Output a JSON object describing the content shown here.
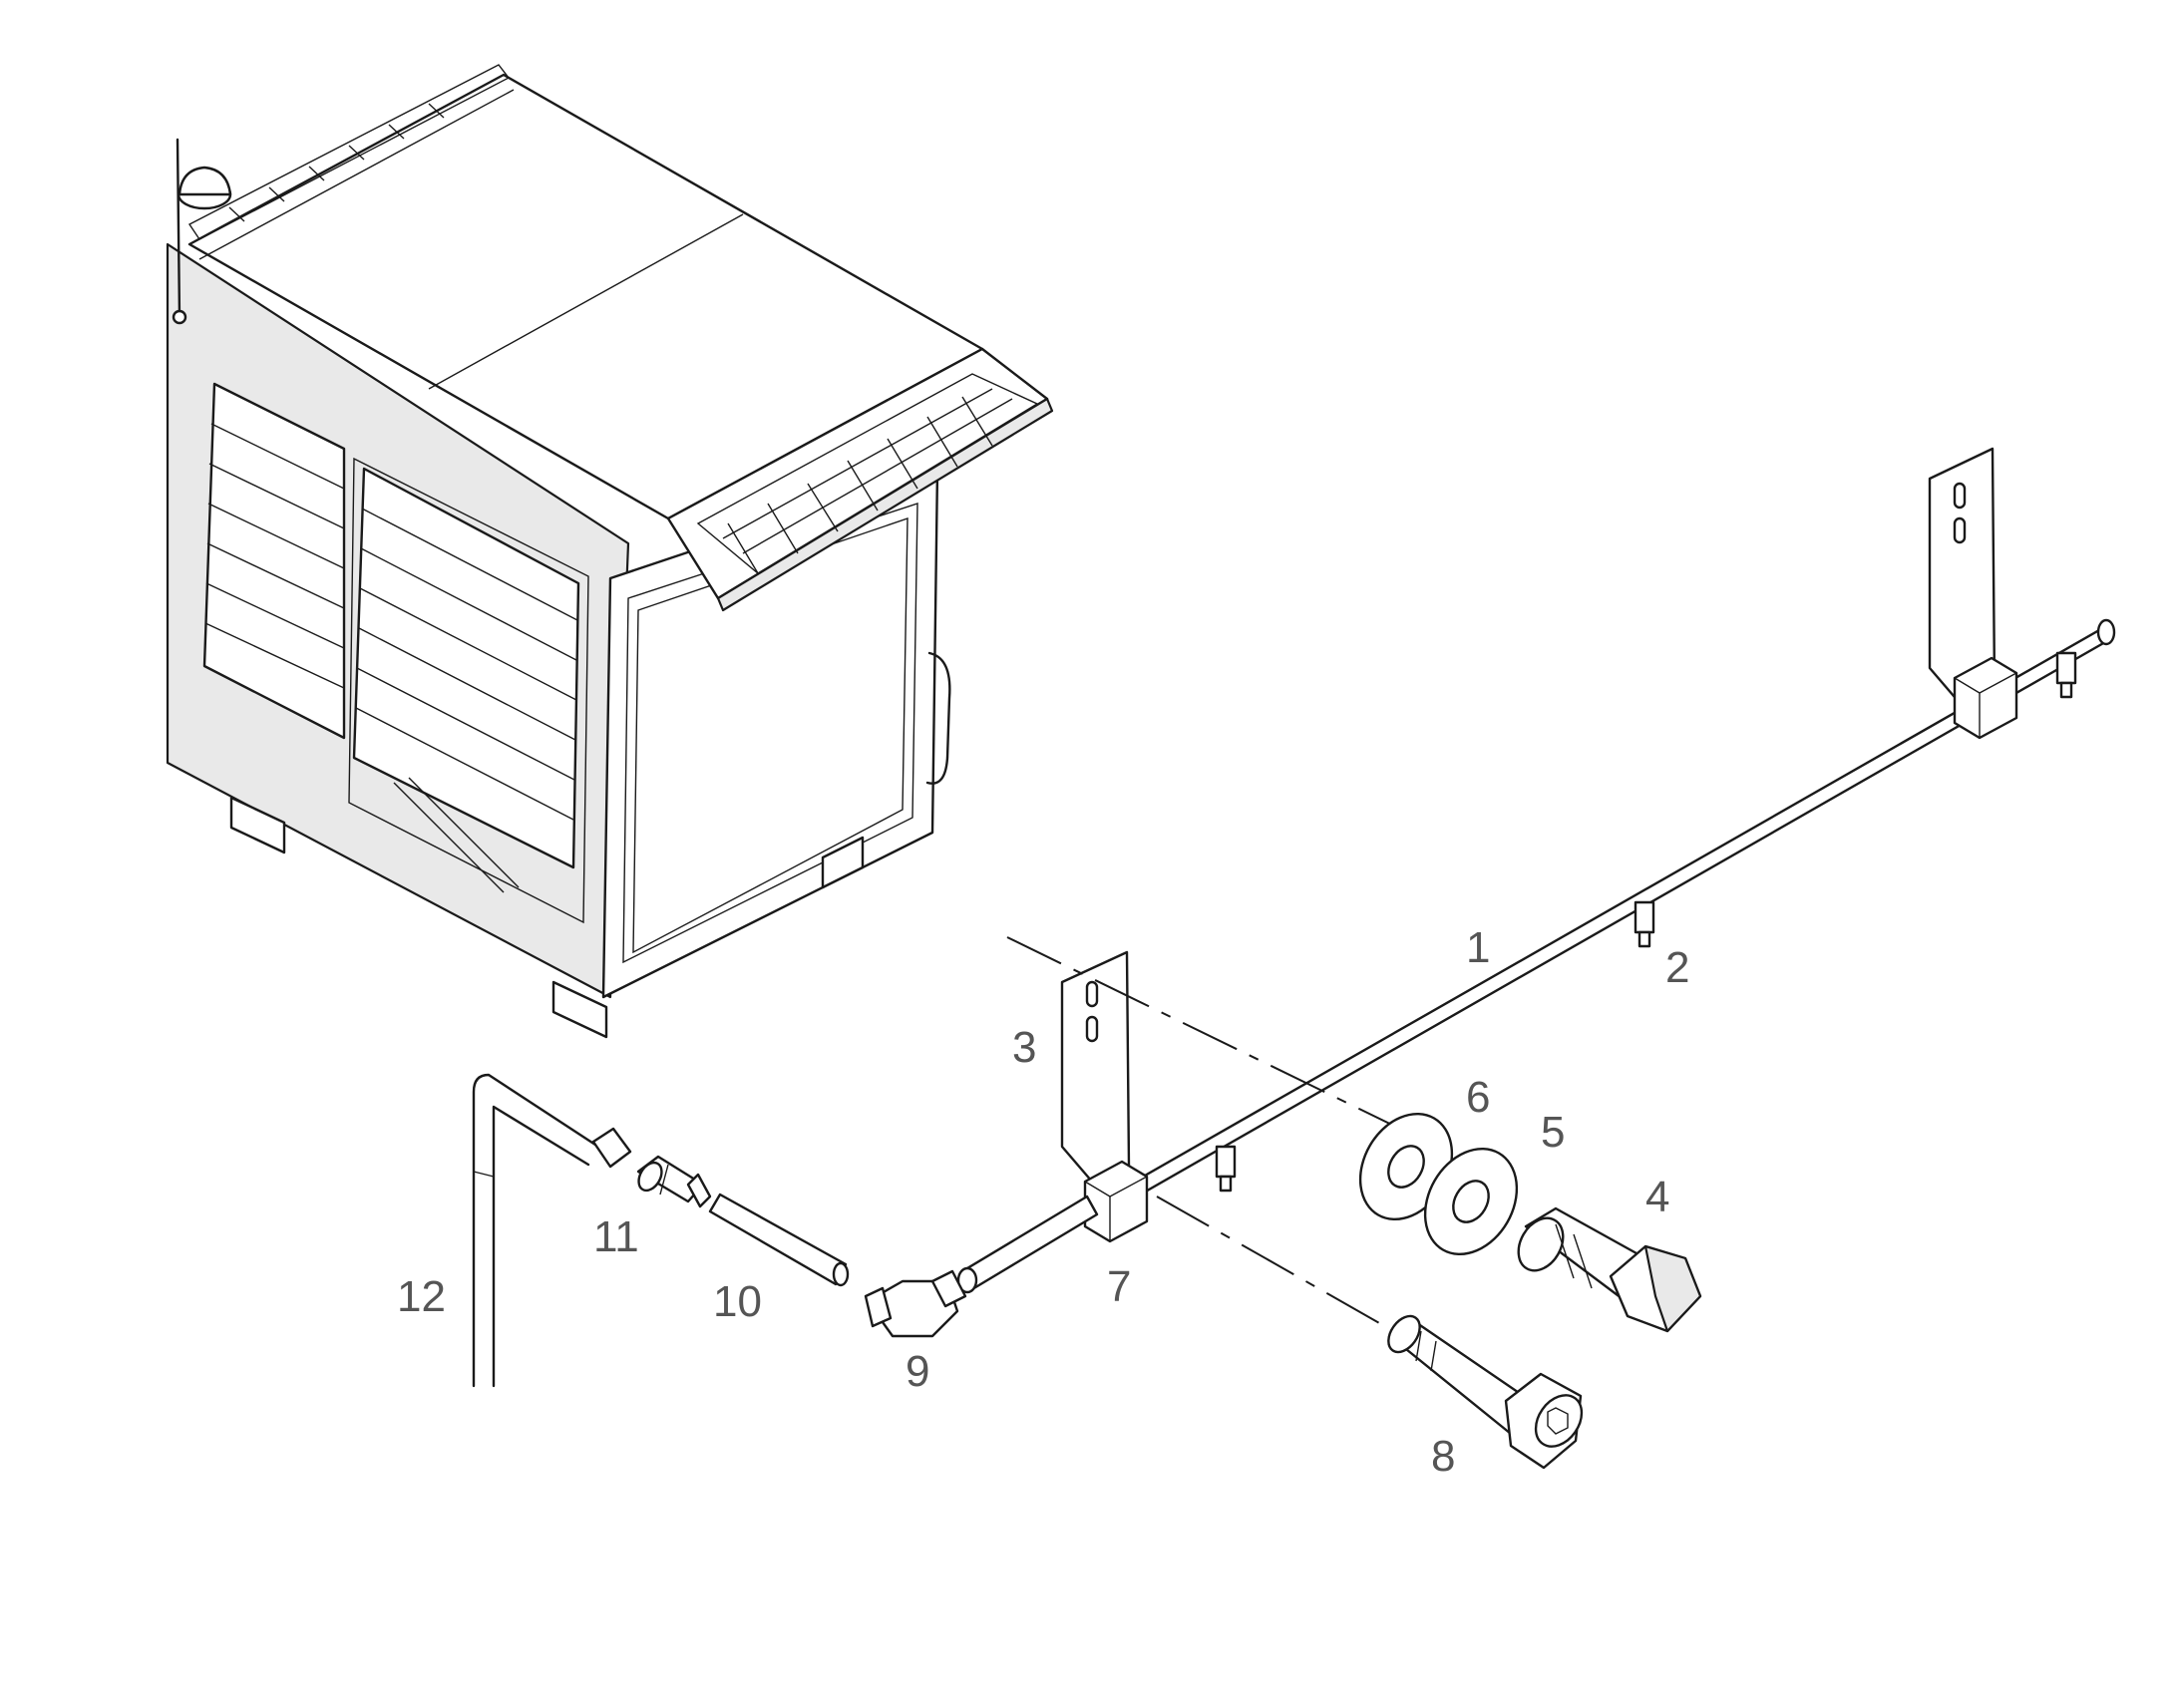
{
  "callouts": [
    {
      "id": "1",
      "label": "1"
    },
    {
      "id": "2",
      "label": "2"
    },
    {
      "id": "3",
      "label": "3"
    },
    {
      "id": "4",
      "label": "4"
    },
    {
      "id": "5",
      "label": "5"
    },
    {
      "id": "6",
      "label": "6"
    },
    {
      "id": "7",
      "label": "7"
    },
    {
      "id": "8",
      "label": "8"
    },
    {
      "id": "9",
      "label": "9"
    },
    {
      "id": "10",
      "label": "10"
    },
    {
      "id": "11",
      "label": "11"
    },
    {
      "id": "12",
      "label": "12"
    }
  ],
  "colors": {
    "line": "#1a1a1a",
    "callout": "#555555",
    "background": "#ffffff"
  }
}
